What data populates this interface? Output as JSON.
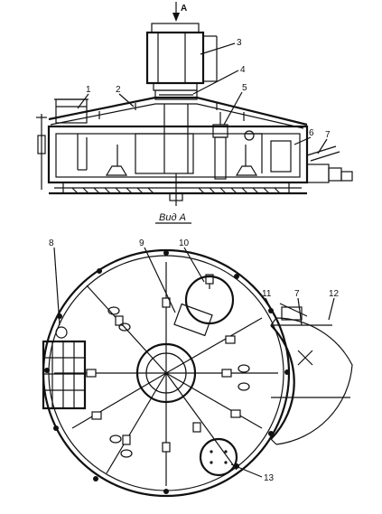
{
  "figure": {
    "view_label": "Вид A",
    "arrow_label": "A"
  },
  "callouts": [
    {
      "id": "1",
      "label": "1"
    },
    {
      "id": "2",
      "label": "2"
    },
    {
      "id": "3",
      "label": "3"
    },
    {
      "id": "4",
      "label": "4"
    },
    {
      "id": "5",
      "label": "5"
    },
    {
      "id": "6",
      "label": "6"
    },
    {
      "id": "7",
      "label": "7"
    },
    {
      "id": "8",
      "label": "8"
    },
    {
      "id": "9",
      "label": "9"
    },
    {
      "id": "10",
      "label": "10"
    },
    {
      "id": "11",
      "label": "11"
    },
    {
      "id": "7b",
      "label": "7"
    },
    {
      "id": "12",
      "label": "12"
    },
    {
      "id": "13",
      "label": "13"
    }
  ]
}
